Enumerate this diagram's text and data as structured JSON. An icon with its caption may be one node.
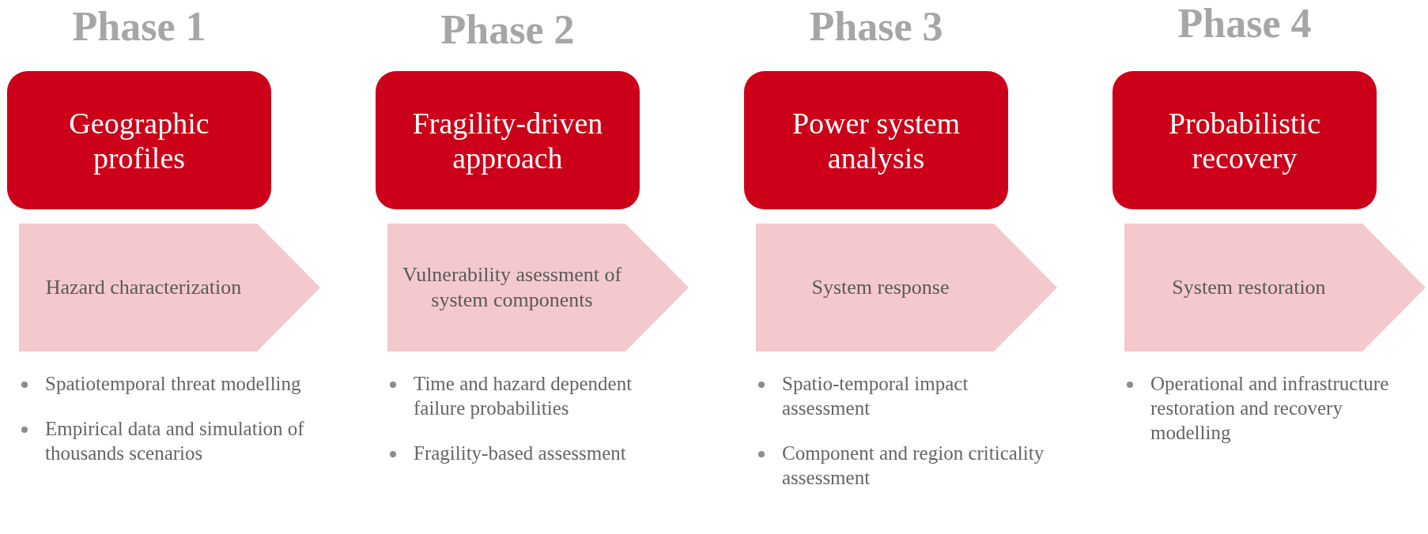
{
  "diagram": {
    "nodes": [
      {
        "text": [
          "Geographic profiles"
        ],
        "beside": [
          "Phase 1"
        ]
      },
      {
        "text": [
          "Hazard characterization"
        ]
      },
      {
        "text": [
          "Fragility-driven approach"
        ],
        "beside": [
          "Phase 2"
        ]
      },
      {
        "text": [
          "Vulnerability asessment of system components"
        ]
      },
      {
        "text": [
          "Power system analysis"
        ],
        "beside": [
          "Phase 3"
        ]
      },
      {
        "text": [
          "System response"
        ]
      },
      {
        "text": [
          "Probabilistic recovery"
        ],
        "beside": [
          "Phase 4"
        ]
      },
      {
        "text": [
          "System restoration"
        ]
      }
    ],
    "labels": [
      "Spatiotemporal threat modelling",
      "Empirical data and simulation of thousands scenarios",
      "Time and hazard dependent failure probabilities",
      "Fragility-based assessment",
      "Spatio-temporal impact assessment",
      "Component and region criticality assessment",
      "Operational and infrastructure restoration and recovery modelling"
    ]
  }
}
